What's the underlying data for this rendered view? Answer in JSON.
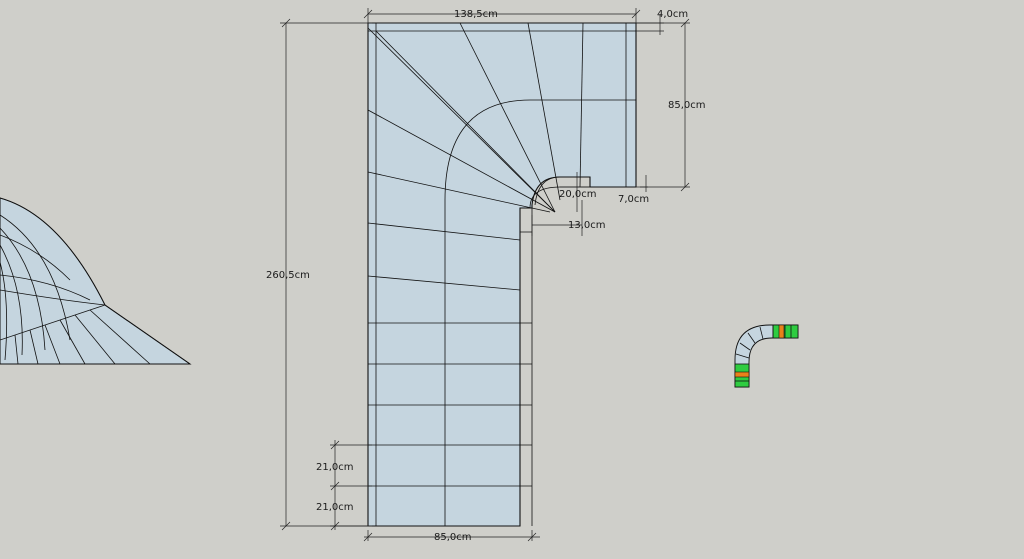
{
  "colors": {
    "background": "#cfcfca",
    "stair_fill": "#c5d5df",
    "line": "#111111",
    "marker_green": "#2ecc40",
    "marker_orange": "#e8821a"
  },
  "dimensions": {
    "top_width": "138,5cm",
    "edge_offset": "4,0cm",
    "landing_depth": "85,0cm",
    "total_length": "260,5cm",
    "inner_step": "20,0cm",
    "offset_7": "7,0cm",
    "offset_13": "13,0cm",
    "tread_1": "21,0cm",
    "tread_2": "21,0cm",
    "bottom_width": "85,0cm"
  },
  "icons": {
    "preview_3d": "stair-3d-preview-icon",
    "mini_stair": "mini-stair-marker-icon"
  }
}
